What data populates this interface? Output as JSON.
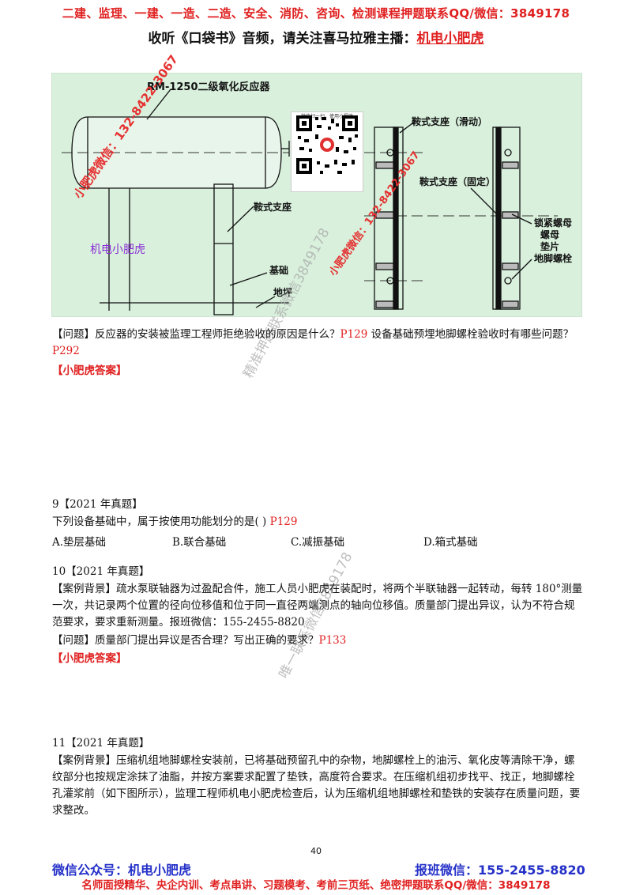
{
  "header": {
    "line1": "二建、监理、一建、一造、二造、安全、消防、咨询、检测课程押题联系QQ/微信：3849178",
    "line2_prefix": "收听《口袋书》音频，请关注喜马拉雅主播：",
    "line2_highlight": "机电小肥虎"
  },
  "figure": {
    "title": "RM-1250二级氧化反应器",
    "label_saddle": "鞍式支座",
    "label_foundation": "基础",
    "label_floor": "地坪",
    "label_sliding": "鞍式支座（滑动）",
    "label_fixed": "鞍式支座（固定）",
    "label_nut1": "锁紧螺母",
    "label_nut2": "螺母",
    "label_washer": "垫片",
    "label_bolt": "地脚螺栓",
    "wm_wechat_left": "小肥虎微信：132-8422-3067",
    "wm_name": "机电小肥虎",
    "wm_wechat_mid": "小肥虎微信：132-8422-3067",
    "qr_caption": "微信扫一扫，使用小程序"
  },
  "watermarks": {
    "diag1": "精准押题联系微信3849178",
    "diag2": "唯一联系微信3849178"
  },
  "q_intro": {
    "prefix": "【问题】反应器的安装被监理工程师拒绝验收的原因是什么？",
    "ref1": "P129",
    "mid": " 设备基础预埋地脚螺栓验收时有哪些问题？",
    "ref2": "P292",
    "answer": "【小肥虎答案】"
  },
  "q9": {
    "title": "9【2021 年真题】",
    "stem": "下列设备基础中，属于按使用功能划分的是(          )",
    "ref": "P129",
    "options": [
      "A.垫层基础",
      "B.联合基础",
      "C.减振基础",
      "D.箱式基础"
    ]
  },
  "q10": {
    "title": "10【2021 年真题】",
    "background": "【案例背景】疏水泵联轴器为过盈配合件，施工人员小肥虎在装配时，将两个半联轴器一起转动，每转 180°测量一次，共记录两个位置的径向位移值和位于同一直径两端测点的轴向位移值。质量部门提出异议，认为不符合规范要求，要求重新测量。报班微信：155-2455-8820",
    "question": "【问题】质量部门提出异议是否合理？写出正确的要求？",
    "ref": "P133",
    "answer": "【小肥虎答案】"
  },
  "q11": {
    "title": "11【2021 年真题】",
    "background": "【案例背景】压缩机组地脚螺栓安装前，已将基础预留孔中的杂物，地脚螺栓上的油污、氧化皮等清除干净，螺纹部分也按规定涂抹了油脂，并按方案要求配置了垫铁，高度符合要求。在压缩机组初步找平、找正，地脚螺栓孔灌浆前（如下图所示），监理工程师机电小肥虎检查后，认为压缩机组地脚螺栓和垫铁的安装存在质量问题，要求整改。"
  },
  "footer": {
    "page_number": "40",
    "left": "微信公众号：机电小肥虎",
    "right": "报班微信：155-2455-8820",
    "bottom": "名师面授精华、央企内训、考点串讲、习题模考、考前三页纸、绝密押题联系QQ/微信：3849178"
  }
}
